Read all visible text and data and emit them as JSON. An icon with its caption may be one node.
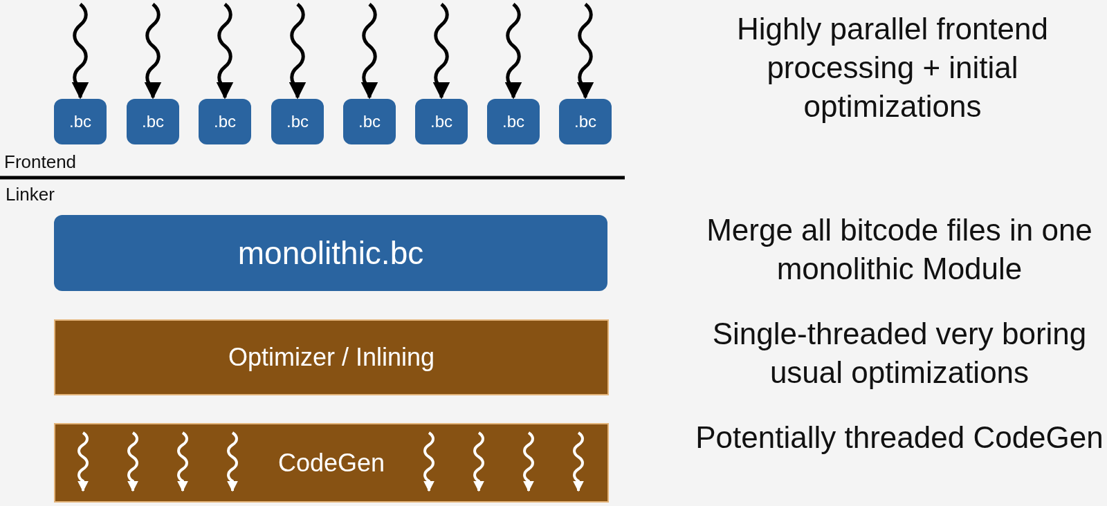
{
  "diagram": {
    "nodes": [
      {
        "text": [
          ".bc"
        ]
      },
      {
        "text": [
          ".bc"
        ]
      },
      {
        "text": [
          ".bc"
        ]
      },
      {
        "text": [
          ".bc"
        ]
      },
      {
        "text": [
          ".bc"
        ]
      },
      {
        "text": [
          ".bc"
        ]
      },
      {
        "text": [
          ".bc"
        ]
      },
      {
        "text": [
          ".bc"
        ]
      },
      {
        "text": [
          "monolithic.bc"
        ],
        "beside": [
          "Merge all bitcode files in one monolithic Module"
        ]
      },
      {
        "text": [
          "Optimizer / Inlining"
        ],
        "beside": [
          "Single-threaded very boring usual optimizations"
        ]
      },
      {
        "text": [
          "CodeGen"
        ],
        "beside": [
          "Potentially threaded CodeGen"
        ]
      }
    ],
    "edges": [
      {
        "from": null,
        "to": 0,
        "arrow": "to"
      },
      {
        "from": null,
        "to": 1,
        "arrow": "to"
      },
      {
        "from": null,
        "to": 2,
        "arrow": "to"
      },
      {
        "from": null,
        "to": 3,
        "arrow": "to"
      },
      {
        "from": null,
        "to": 4,
        "arrow": "to"
      },
      {
        "from": null,
        "to": 5,
        "arrow": "to"
      },
      {
        "from": null,
        "to": 6,
        "arrow": "to"
      },
      {
        "from": null,
        "to": 7,
        "arrow": "to"
      }
    ],
    "labels": [
      "Highly parallel frontend processing + initial optimizations",
      "Frontend",
      "Linker"
    ]
  }
}
